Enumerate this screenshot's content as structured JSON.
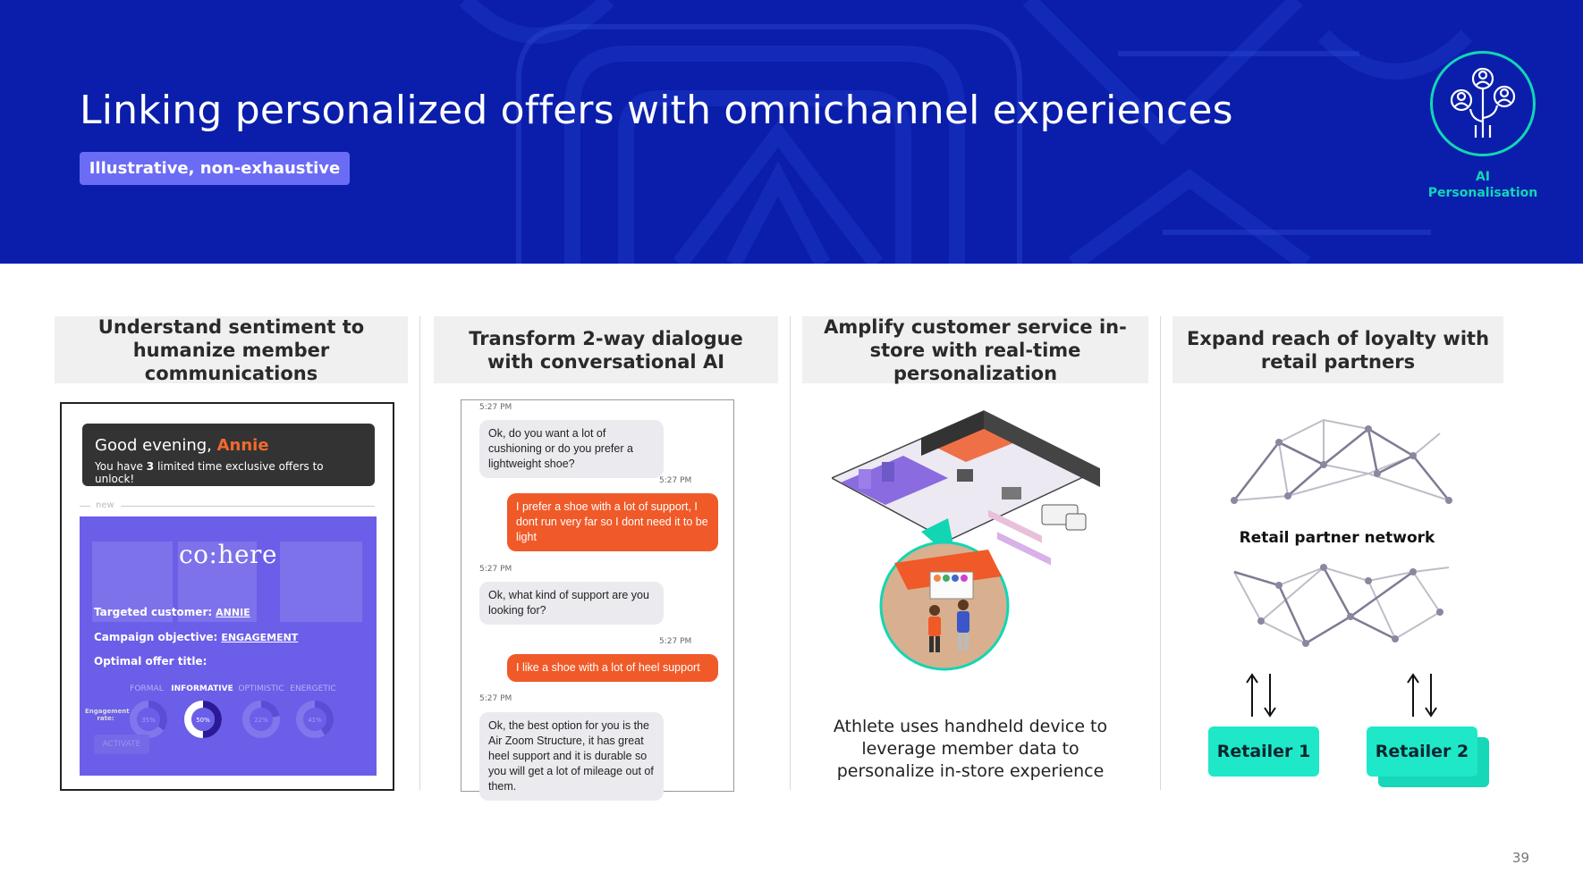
{
  "header": {
    "title": "Linking personalized offers with omnichannel experiences",
    "tag": "Illustrative, non-exhaustive",
    "ai_label_line1": "AI",
    "ai_label_line2": "Personalisation"
  },
  "columns": [
    {
      "heading": "Understand sentiment to humanize member communications"
    },
    {
      "heading": "Transform 2-way dialogue with conversational AI"
    },
    {
      "heading": "Amplify customer service in-store with real-time personalization"
    },
    {
      "heading": "Expand reach of loyalty with retail partners"
    }
  ],
  "panel1": {
    "greeting": "Good evening,",
    "name": "Annie",
    "offer_prefix": "You have",
    "offer_count": "3",
    "offer_suffix": "limited time exclusive offers to unlock!",
    "new_label": "new",
    "brand": "co:here",
    "targeted_label": "Targeted customer:",
    "targeted_value": "ANNIE",
    "objective_label": "Campaign objective:",
    "objective_value": "ENGAGEMENT",
    "title_label": "Optimal offer title:",
    "engagement_label": "Engagement rate:",
    "activate": "ACTIVATE",
    "tones": [
      {
        "label": "FORMAL",
        "value": 35,
        "active": false
      },
      {
        "label": "INFORMATIVE",
        "value": 50,
        "active": true
      },
      {
        "label": "OPTIMISTIC",
        "value": 22,
        "active": false
      },
      {
        "label": "ENERGETIC",
        "value": 41,
        "active": false
      }
    ],
    "tone_values": [
      "35%",
      "50%",
      "22%",
      "41%"
    ]
  },
  "panel2": {
    "messages": [
      {
        "time": "5:27 PM",
        "from": "bot",
        "text": "Ok, do you want a lot of cushioning or do you prefer a lightweight shoe?"
      },
      {
        "time": "5:27 PM",
        "from": "user",
        "text": "I prefer a shoe with a lot of support, I dont run very far so I dont need it to be light"
      },
      {
        "time": "5:27 PM",
        "from": "bot",
        "text": "Ok, what kind of support are you looking for?"
      },
      {
        "time": "5:27 PM",
        "from": "user",
        "text": "I like a shoe with a lot of heel support"
      },
      {
        "time": "5:27 PM",
        "from": "bot",
        "text": "Ok, the best option for you is the Air Zoom Structure, it has great heel support and it is durable so you will get a lot of mileage out of them."
      }
    ]
  },
  "panel3": {
    "caption_line1": "Athlete uses handheld device to",
    "caption_line2": "leverage member data to",
    "caption_line3": "personalize in-store experience"
  },
  "panel4": {
    "network_label": "Retail partner network",
    "retailer1": "Retailer 1",
    "retailer2": "Retailer 2"
  },
  "page_number": "39",
  "colors": {
    "header_bg": "#0a1eab",
    "tag_bg": "#6b6cf5",
    "teal": "#12d6b3",
    "orange": "#f05a28",
    "purple": "#6b5ee8"
  }
}
